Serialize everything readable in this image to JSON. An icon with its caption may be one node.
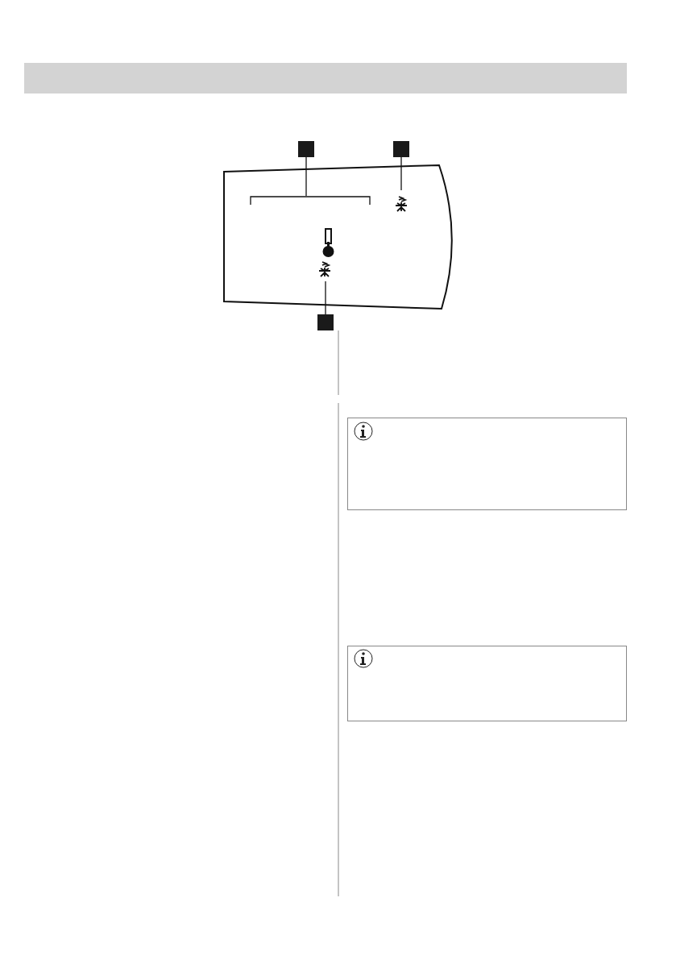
{
  "diagram": {
    "nodes": [
      {
        "text": [],
        "shape": "box"
      },
      {
        "text": [],
        "shape": "box"
      },
      {
        "text": [],
        "shape": "box"
      },
      {
        "text": [],
        "shape": "bracket",
        "in": 0
      },
      {
        "text": [],
        "shape": "snowflake",
        "in": 0
      },
      {
        "text": [],
        "shape": "snowflake",
        "in": 0
      },
      {
        "text": [],
        "shape": "box"
      }
    ],
    "edges": [
      {
        "from": 1,
        "to": 3,
        "arrow": "none"
      },
      {
        "from": 2,
        "to": 4,
        "arrow": "none"
      },
      {
        "from": 6,
        "to": 5,
        "arrow": "none"
      }
    ]
  }
}
